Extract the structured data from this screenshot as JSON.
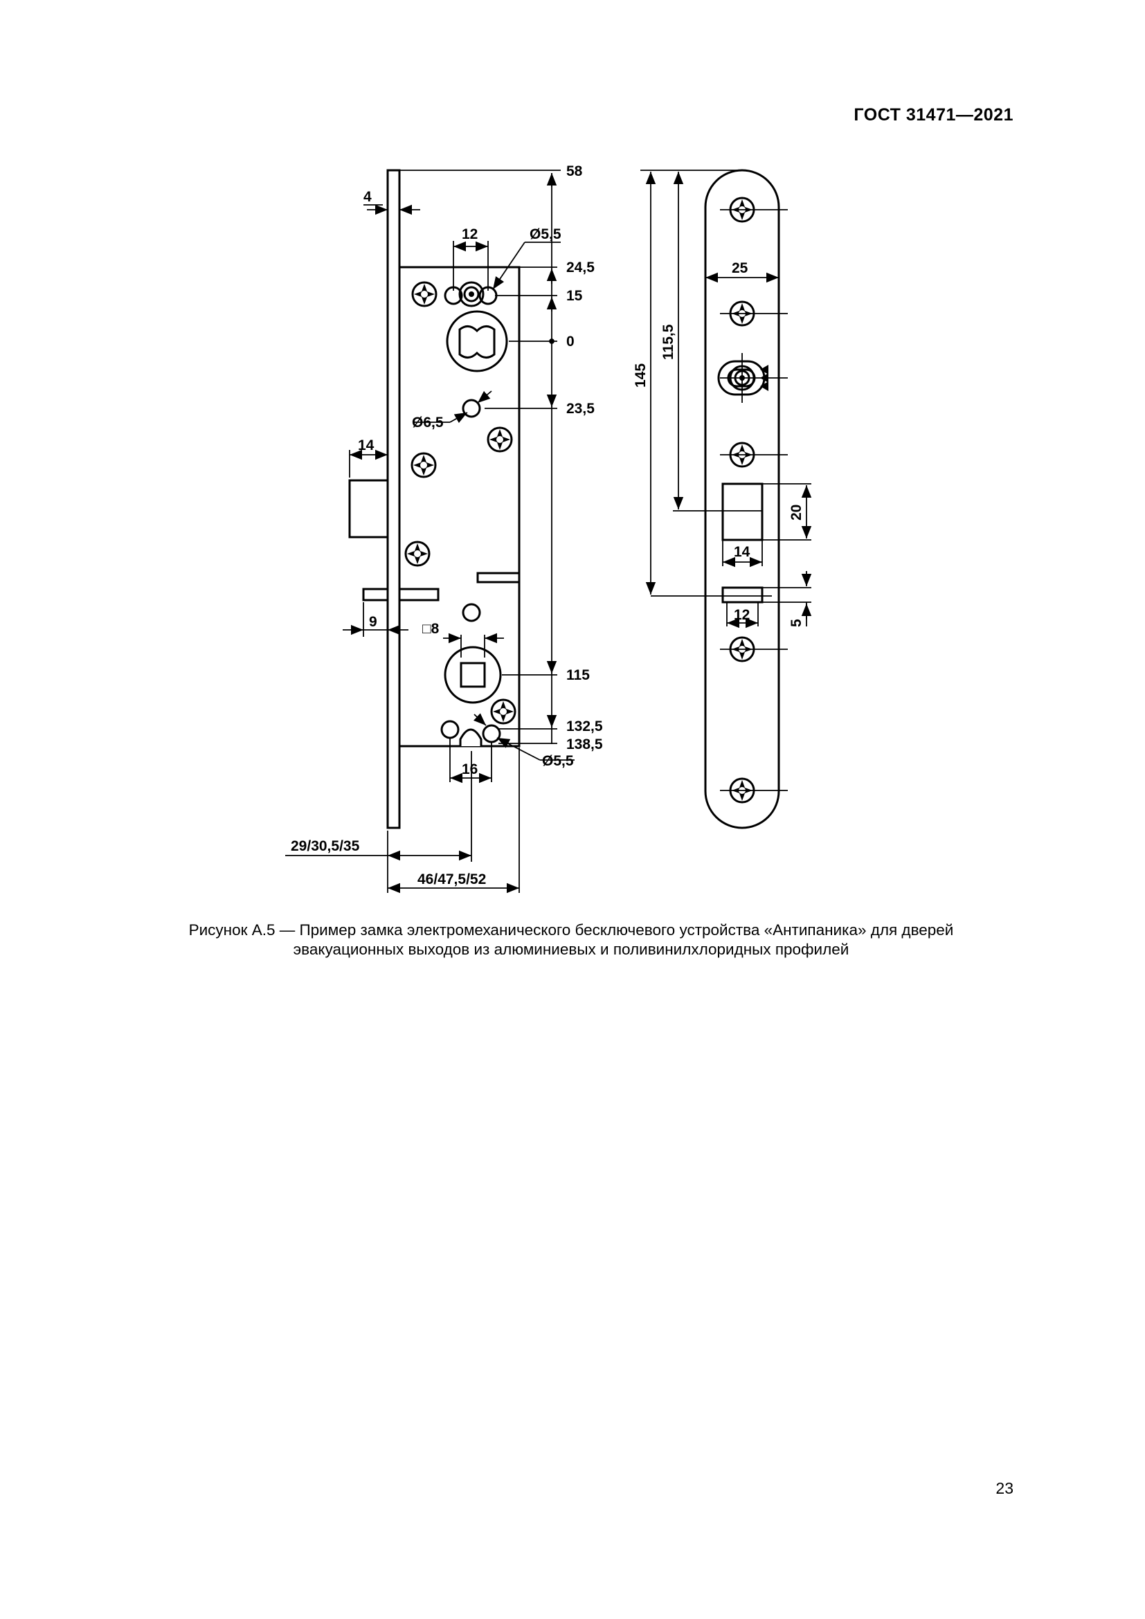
{
  "header": {
    "standard": "ГОСТ 31471—2021"
  },
  "figure": {
    "dims": {
      "d58": "58",
      "d4": "4",
      "d12": "12",
      "dia55top": "Ø5,5",
      "d245": "24,5",
      "d15": "15",
      "d0": "0",
      "dia65": "Ø6,5",
      "d235": "23,5",
      "d14left": "14",
      "d9": "9",
      "sq8": "□8",
      "d115": "115",
      "d1325": "132,5",
      "d1385": "138,5",
      "dia55bot": "Ø5,5",
      "d16": "16",
      "backset": "29/30,5/35",
      "depth": "46/47,5/52",
      "d145": "145",
      "d1155": "115,5",
      "d25": "25",
      "d20": "20",
      "d14right": "14",
      "d12right": "12",
      "d5": "5"
    }
  },
  "caption": {
    "line1": "Рисунок А.5 — Пример замка электромеханического бесключевого устройства «Антипаника» для дверей",
    "line2": "эвакуационных выходов из алюминиевых и поливинилхлоридных профилей"
  },
  "page_number": "23"
}
